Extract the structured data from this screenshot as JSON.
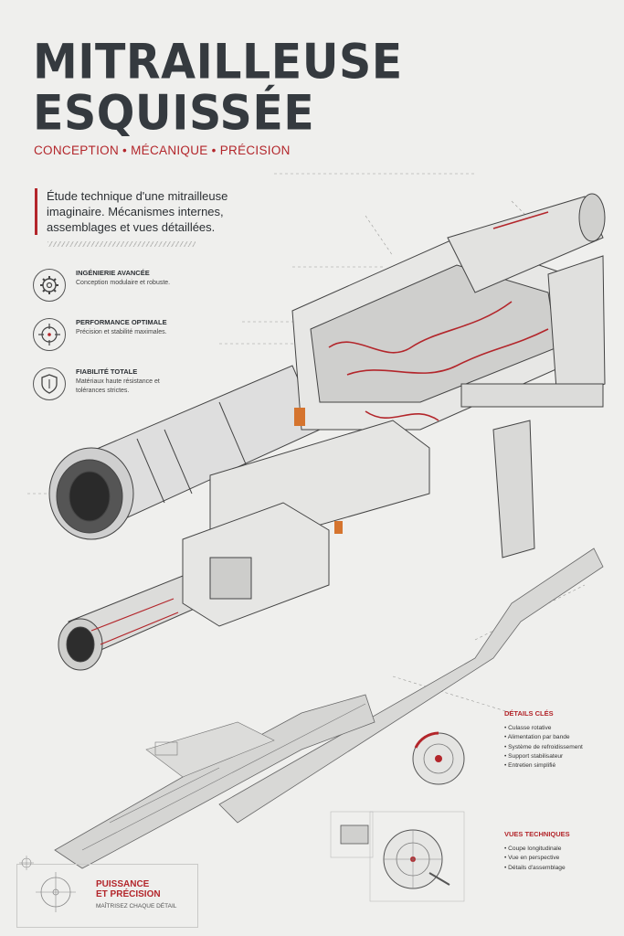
{
  "header": {
    "title_line1": "MITRAILLEUSE",
    "title_line2": "ESQUISSÉE",
    "subtitle": "CONCEPTION • MÉCANIQUE • PRÉCISION",
    "intro": "Étude technique d'une mitrailleuse imaginaire. Mécanismes internes, assemblages et vues détaillées."
  },
  "features": [
    {
      "icon": "gear-icon",
      "title": "INGÉNIERIE AVANCÉE",
      "desc": "Conception modulaire et robuste."
    },
    {
      "icon": "crosshair-icon",
      "title": "PERFORMANCE OPTIMALE",
      "desc": "Précision et stabilité maximales."
    },
    {
      "icon": "shield-icon",
      "title": "FIABILITÉ TOTALE",
      "desc": "Matériaux haute résistance et tolérances strictes."
    }
  ],
  "key_details": {
    "title": "DÉTAILS CLÉS",
    "items": [
      "Culasse rotative",
      "Alimentation par bande",
      "Système de refroidissement",
      "Support stabilisateur",
      "Entretien simplifié"
    ]
  },
  "tech_views": {
    "title": "VUES TECHNIQUES",
    "items": [
      "Coupe longitudinale",
      "Vue en perspective",
      "Détails d'assemblage"
    ]
  },
  "footer_badge": {
    "title_line1": "PUISSANCE",
    "title_line2": "ET PRÉCISION",
    "tagline": "MAÎTRISEZ CHAQUE DÉTAIL"
  },
  "colors": {
    "accent": "#b3262b",
    "ink": "#353a3f",
    "paper": "#efefed"
  }
}
